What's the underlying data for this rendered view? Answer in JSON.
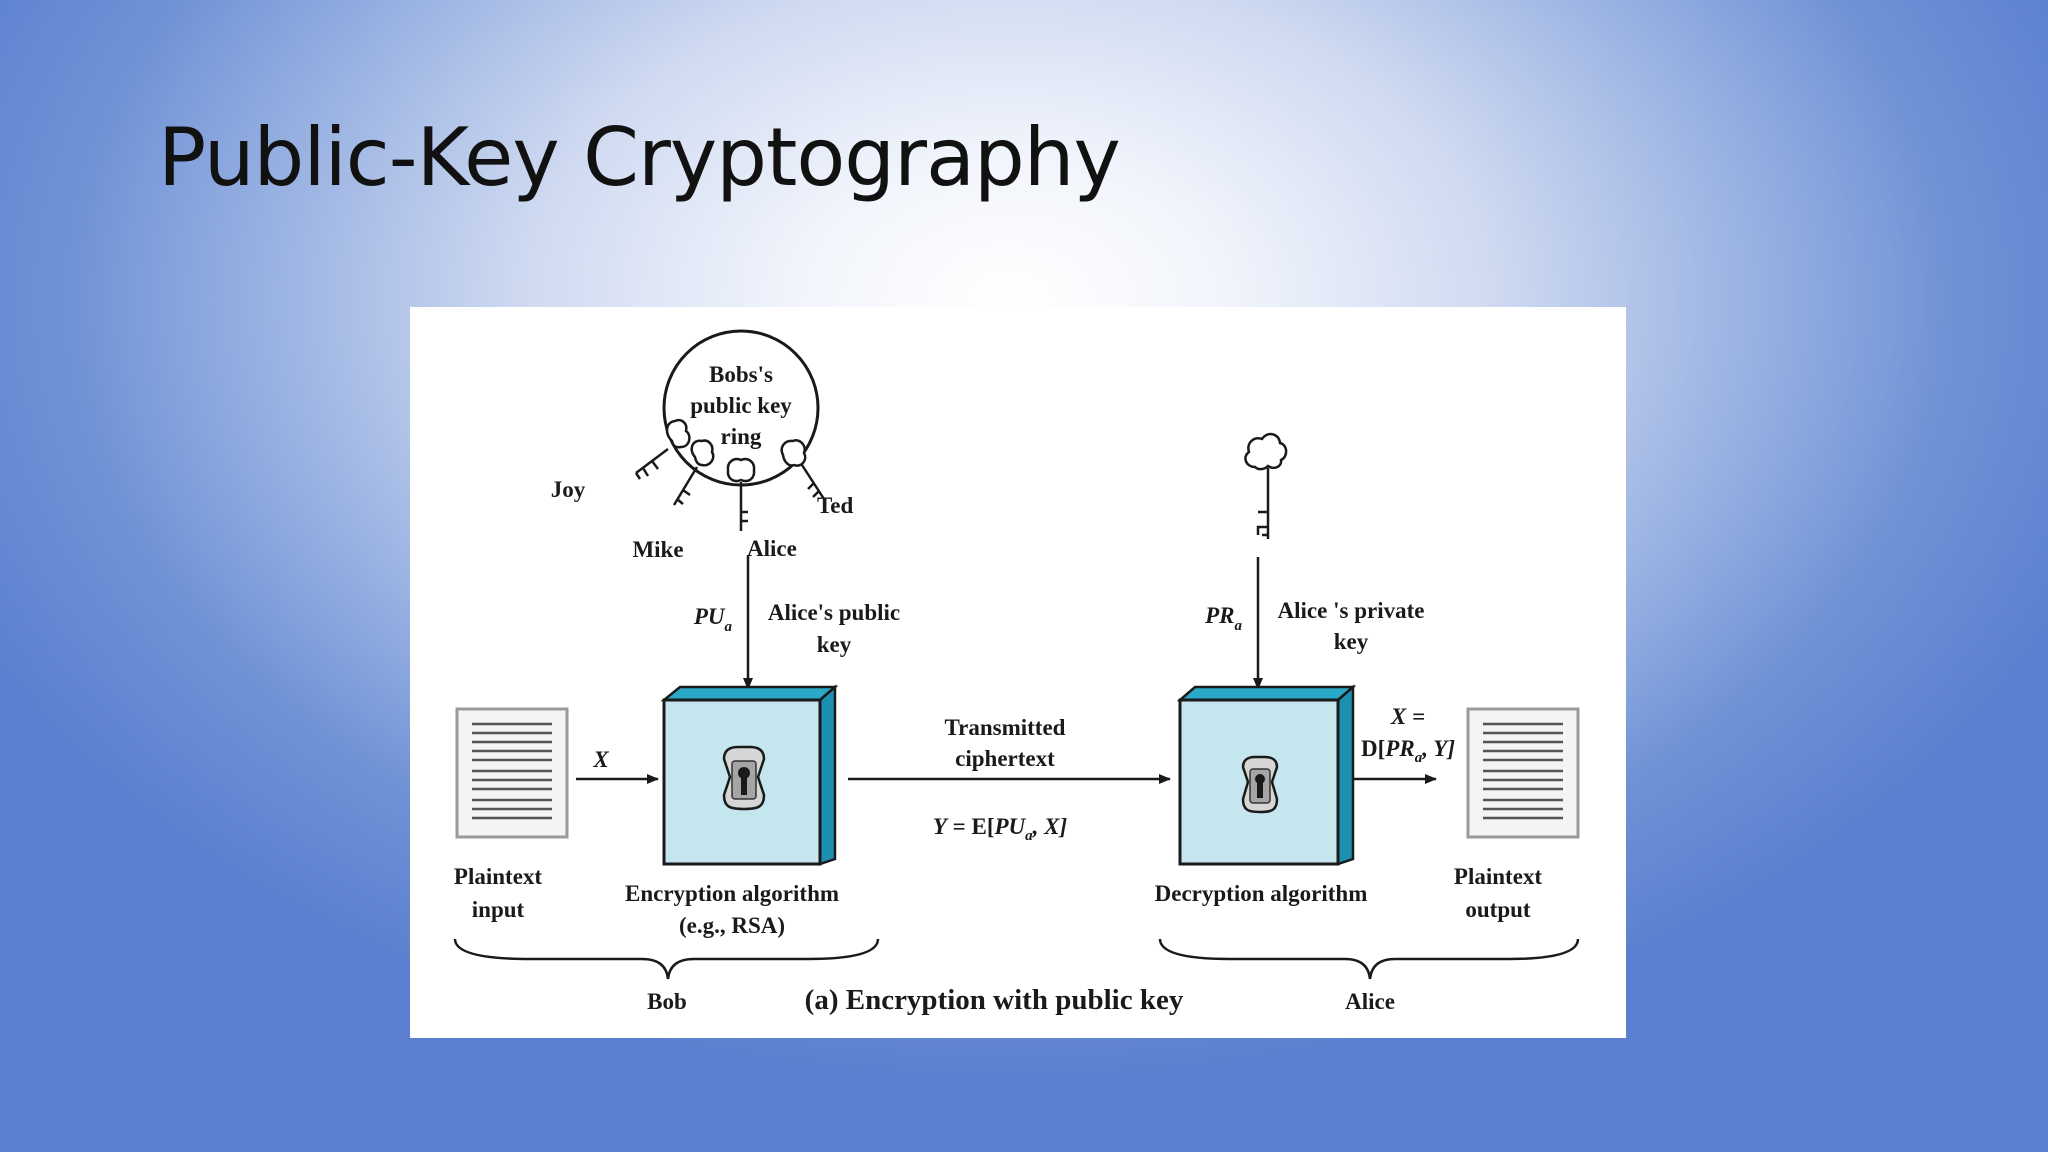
{
  "slide": {
    "title": "Public-Key Cryptography"
  },
  "figure": {
    "key_ring": {
      "line1": "Bobs's",
      "line2": "public key",
      "line3": "ring"
    },
    "key_names": {
      "joy": "Joy",
      "mike": "Mike",
      "alice": "Alice",
      "ted": "Ted"
    },
    "public_key": {
      "symbol": "PU",
      "subscript": "a",
      "desc_line1": "Alice's public",
      "desc_line2": "key"
    },
    "private_key": {
      "symbol": "PR",
      "subscript": "a",
      "desc_line1": "Alice 's private",
      "desc_line2": "key"
    },
    "plaintext_in": {
      "arrow_label": "X",
      "line1": "Plaintext",
      "line2": "input"
    },
    "encryption": {
      "line1": "Encryption algorithm",
      "line2": "(e.g., RSA)"
    },
    "transmitted": {
      "line1": "Transmitted",
      "line2": "ciphertext"
    },
    "cipher_formula": {
      "y": "Y",
      "eq": " = E[",
      "pu": "PU",
      "sub": "a",
      "rest": ", X]"
    },
    "decryption": {
      "line1": "Decryption algorithm"
    },
    "result_formula": {
      "line1": "X =",
      "d": "D[",
      "pr": "PR",
      "sub": "a",
      "rest": ", Y]"
    },
    "plaintext_out": {
      "line1": "Plaintext",
      "line2": "output"
    },
    "groups": {
      "bob": "Bob",
      "alice": "Alice"
    },
    "caption": "(a) Encryption with public key",
    "colors": {
      "box_face": "#c5e6ef",
      "box_top": "#2aa8c8",
      "box_side": "#1d8fb0",
      "ink": "#1a1a1a"
    }
  }
}
